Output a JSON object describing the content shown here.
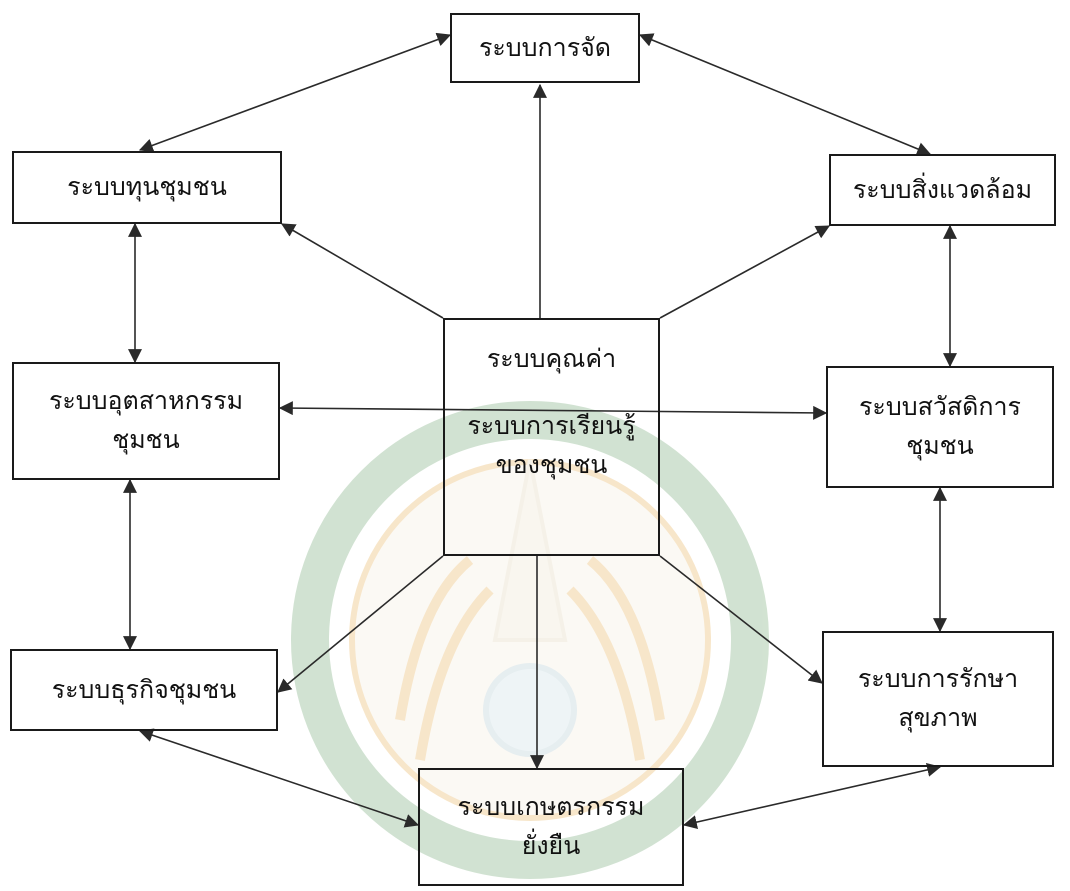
{
  "nodes": {
    "management": {
      "lines": [
        "ระบบการจัด"
      ]
    },
    "community_capital": {
      "lines": [
        "ระบบทุนชุมชน"
      ]
    },
    "environment": {
      "lines": [
        "ระบบสิ่งแวดล้อม"
      ]
    },
    "community_industry": {
      "lines": [
        "ระบบอุตสาหกรรม",
        "ชุมชน"
      ]
    },
    "core": {
      "lines": [
        "ระบบคุณค่า",
        "ระบบการเรียนรู้",
        "ของชุมชน"
      ]
    },
    "community_welfare": {
      "lines": [
        "ระบบสวัสดิการ",
        "ชุมชน"
      ]
    },
    "community_business": {
      "lines": [
        "ระบบธุรกิจชุมชน"
      ]
    },
    "health_care": {
      "lines": [
        "ระบบการรักษา",
        "สุขภาพ"
      ]
    },
    "sustainable_agriculture": {
      "lines": [
        "ระบบเกษตรกรรม",
        "ยั่งยืน"
      ]
    }
  },
  "colors": {
    "line": "#2a2a2a",
    "watermark_outer": "#7dae7f",
    "watermark_inner": "#e9b96a"
  }
}
